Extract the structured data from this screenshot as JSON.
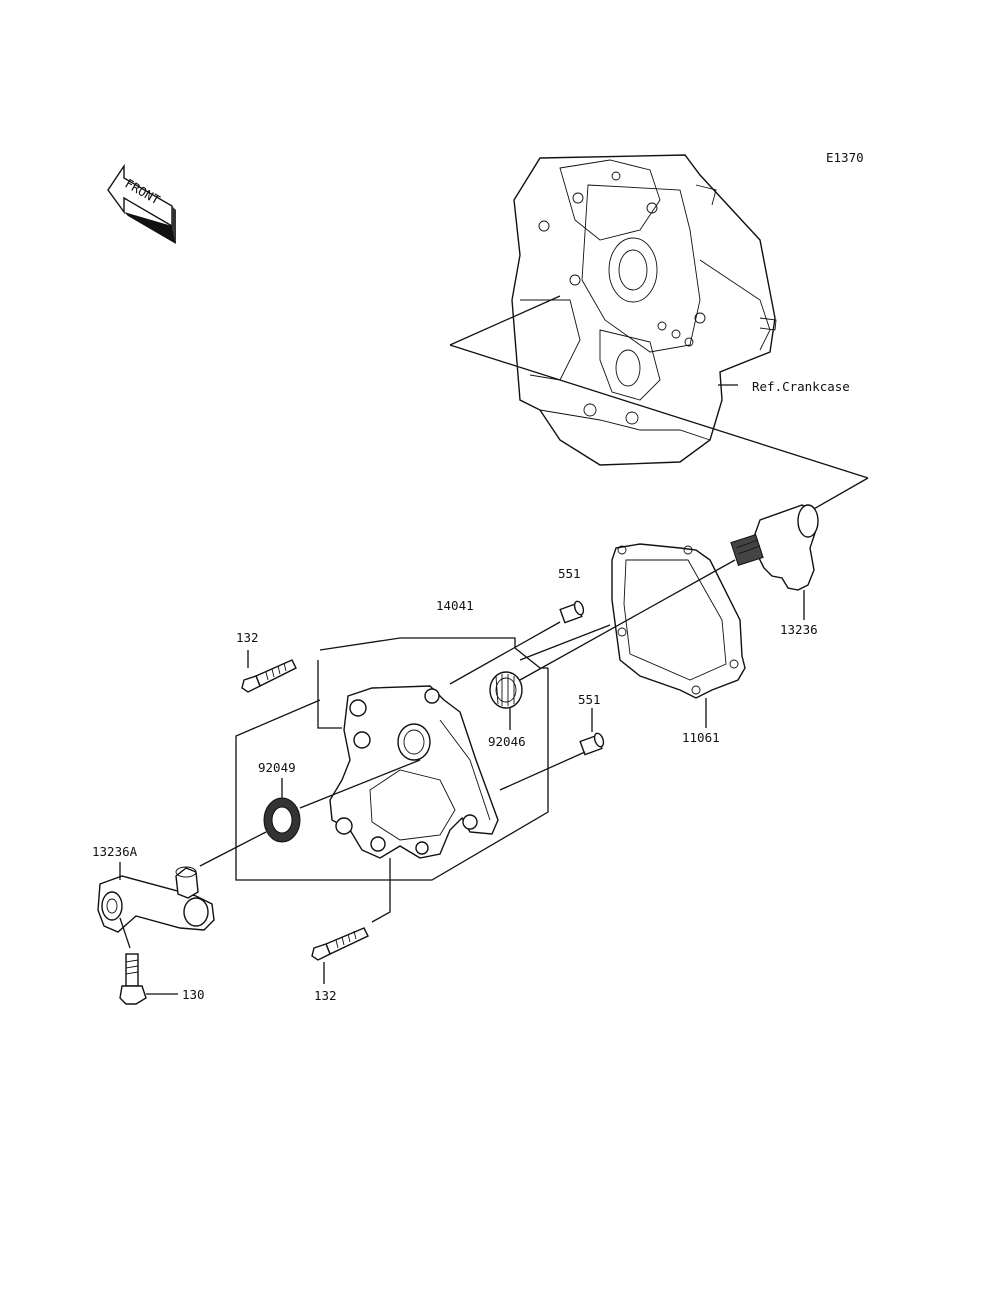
{
  "diagram": {
    "code": "E1370",
    "front_text": "FRONT",
    "ref_label": "Ref.Crankcase",
    "parts": {
      "p551_top": "551",
      "p14041": "14041",
      "p132_top": "132",
      "p92046": "92046",
      "p551_mid": "551",
      "p92049": "92049",
      "p11061": "11061",
      "p13236": "13236",
      "p13236A": "13236A",
      "p130": "130",
      "p132_bottom": "132"
    }
  }
}
